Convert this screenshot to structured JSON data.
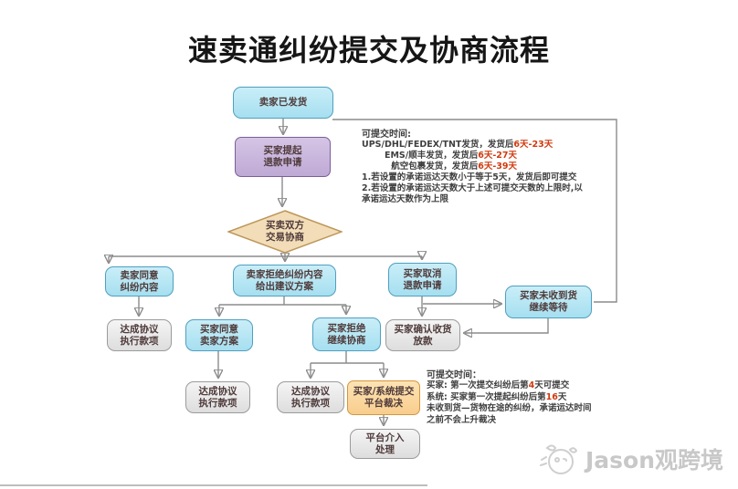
{
  "title": "速卖通纠纷提交及协商流程",
  "nodes": {
    "shipped": "卖家已发货",
    "refund_request": "买家提起\n退款申请",
    "negotiate": "买卖双方\n交易协商",
    "seller_agree": "卖家同意\n纠纷内容",
    "seller_reject": "卖家拒绝纠纷内容\n给出建议方案",
    "buyer_cancel": "买家取消\n退款申请",
    "not_received": "买家未收到货\n继续等待",
    "agreement_1": "达成协议\n执行款项",
    "buyer_agree": "买家同意\n卖家方案",
    "buyer_reject": "买家拒绝\n继续协商",
    "confirm_receipt": "买家确认收货\n放款",
    "agreement_2": "达成协议\n执行款项",
    "agreement_3": "达成协议\n执行款项",
    "platform_submit": "买家/系统提交\n平台裁决",
    "platform_handle": "平台介入\n处理"
  },
  "annotation_top": {
    "heading": "可提交时间:",
    "shipping_lines": [
      {
        "pre": "UPS/DHL/FEDEX/TNT发货，发货后",
        "hl": "6天-23天"
      },
      {
        "pre": "EMS/顺丰发货，发货后",
        "hl": "6天-27天"
      },
      {
        "pre": "航空包裹发货，发货后",
        "hl": "6天-39天"
      }
    ],
    "notes": [
      "1.若设置的承诺运达天数小于等于5天，发货后即可提交",
      "2.若设置的承诺运达天数大于上述可提交天数的上限时,以",
      "承诺运达天数作为上限"
    ]
  },
  "annotation_bottom": {
    "heading": "可提交时间：",
    "buyer_line": {
      "pre": "买家: 第一次提交纠纷后第",
      "hl": "4",
      "post": "天可提交"
    },
    "system_line": {
      "pre": "系统: 买家第一次提起纠纷后第",
      "hl": "16",
      "post": "天"
    },
    "notes": [
      "未收到货—货物在途的纠纷，承诺运达时间",
      "之前不会上升裁决"
    ]
  },
  "watermark": {
    "label": "Jason观跨境",
    "icon": "panda-sketch-icon"
  },
  "colors": {
    "node_cyan": "#aee3f2",
    "node_purple": "#c7b3dc",
    "node_tan": "#f2ddb8",
    "node_gray": "#e9e9e9",
    "node_orange": "#fbd79e",
    "highlight_red": "#d03a10",
    "connector_gray": "#8b8b8b"
  }
}
